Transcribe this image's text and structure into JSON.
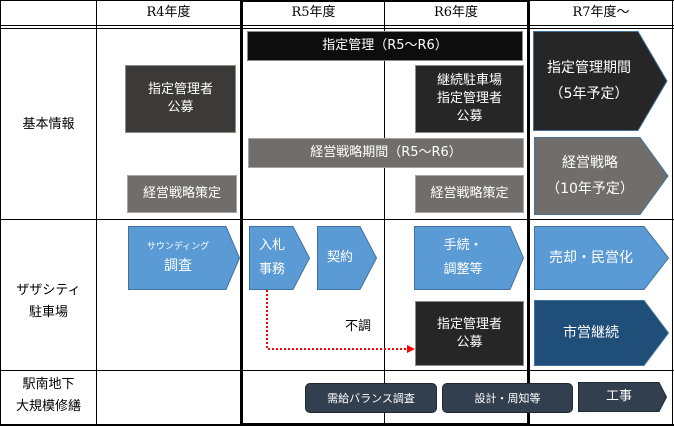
{
  "columns": {
    "r4": "R4年度",
    "r5": "R5年度",
    "r6": "R6年度",
    "r7": "R7年度～"
  },
  "rows": {
    "basic": "基本情報",
    "zaza_line1": "ザザシティ",
    "zaza_line2": "駐車場",
    "station_line1": "駅南地下",
    "station_line2": "大規模修繕"
  },
  "basic_info": {
    "designated_mgmt_bar": "指定管理（R5～R6）",
    "r4_recruit_line1": "指定管理者",
    "r4_recruit_line2": "公募",
    "r6_recruit_line1": "継続駐車場",
    "r6_recruit_line2": "指定管理者",
    "r6_recruit_line3": "公募",
    "strategy_period_bar": "経営戦略期間（R5～R6）",
    "r4_strategy": "経営戦略策定",
    "r6_strategy": "経営戦略策定",
    "r7_mgmt_line1": "指定管理期間",
    "r7_mgmt_line2": "（5年予定）",
    "r7_strategy_line1": "経営戦略",
    "r7_strategy_line2": "（10年予定）"
  },
  "zaza_parking": {
    "sounding_line1": "サウンディング",
    "sounding_line2": "調査",
    "bid_line1": "入札",
    "bid_line2": "事務",
    "contract": "契約",
    "procedure_line1": "手続・",
    "procedure_line2": "調整等",
    "sale": "売却・民営化",
    "failed_label": "不調",
    "recruit_line1": "指定管理者",
    "recruit_line2": "公募",
    "municipal": "市営継続"
  },
  "station_repair": {
    "demand_survey": "需給バランス調査",
    "design": "設計・周知等",
    "construction": "工事"
  },
  "colors": {
    "blue": "#5b9bd5",
    "navy": "#1f4e79",
    "dashed_arrow": "#ff0000"
  }
}
